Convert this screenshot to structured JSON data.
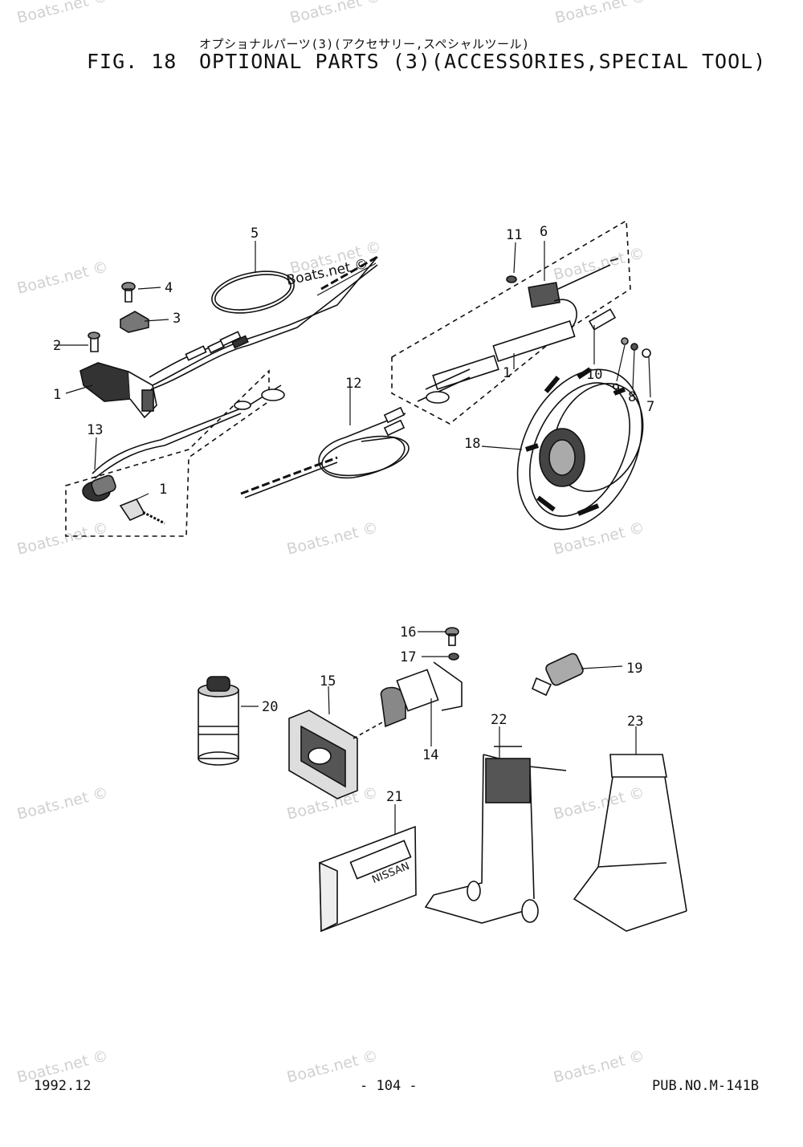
{
  "header": {
    "japanese_title": "オプショナルパーツ(3)(アクセサリー,スペシャルツール)",
    "fig_label": "FIG. 18",
    "title": "OPTIONAL PARTS (3)(ACCESSORIES,SPECIAL TOOL)"
  },
  "footer": {
    "date": "1992.12",
    "page": "- 104 -",
    "pub_no": "PUB.NO.M-141B"
  },
  "watermark": "Boats.net ©",
  "callouts": [
    "1",
    "1",
    "1",
    "2",
    "3",
    "4",
    "5",
    "6",
    "7",
    "8",
    "9",
    "10",
    "11",
    "12",
    "13",
    "14",
    "15",
    "16",
    "17",
    "18",
    "19",
    "20",
    "21",
    "22",
    "23"
  ],
  "box_text": "NISSAN"
}
